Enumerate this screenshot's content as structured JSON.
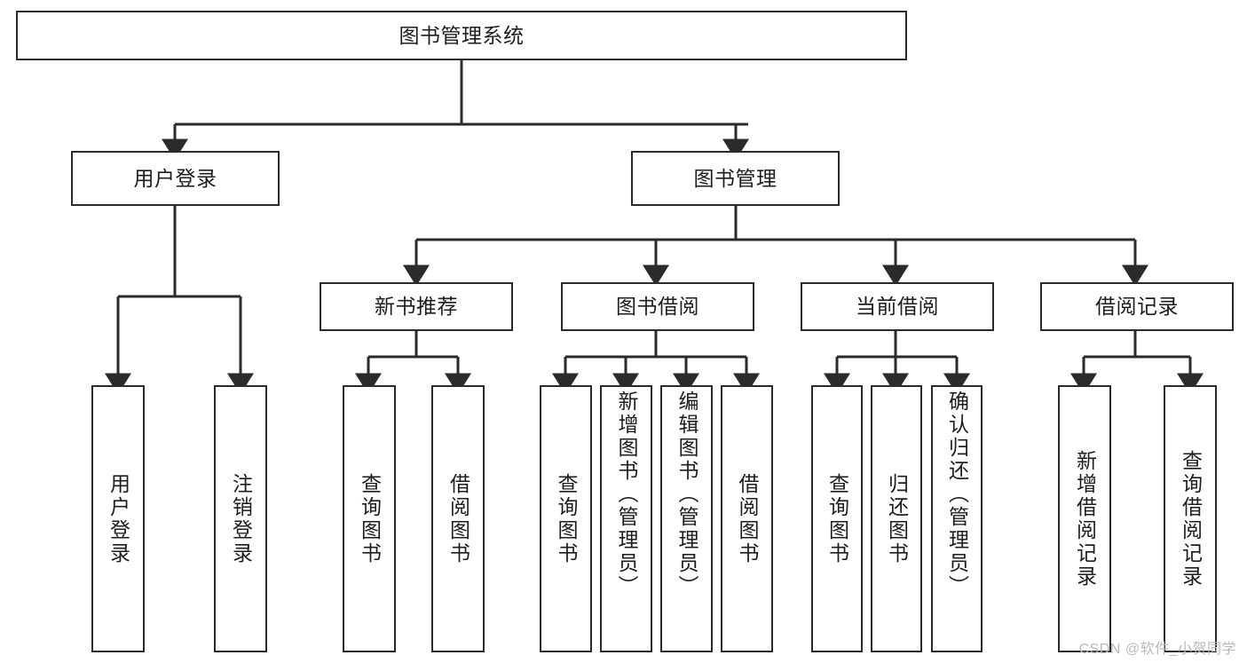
{
  "diagram": {
    "title": "图书管理系统",
    "type": "tree-hierarchy",
    "root": {
      "label": "图书管理系统"
    },
    "level1": [
      {
        "label": "用户登录"
      },
      {
        "label": "图书管理"
      }
    ],
    "level2": [
      {
        "label": "新书推荐"
      },
      {
        "label": "图书借阅"
      },
      {
        "label": "当前借阅"
      },
      {
        "label": "借阅记录"
      }
    ],
    "leaves": {
      "user_login": [
        {
          "label": "用户登录"
        },
        {
          "label": "注销登录"
        }
      ],
      "new_book_recommend": [
        {
          "label": "查询图书"
        },
        {
          "label": "借阅图书"
        }
      ],
      "book_borrow": [
        {
          "label": "查询图书"
        },
        {
          "label": "新增图书（管理员）"
        },
        {
          "label": "编辑图书（管理员）"
        },
        {
          "label": "借阅图书"
        }
      ],
      "current_borrow": [
        {
          "label": "查询图书"
        },
        {
          "label": "归还图书"
        },
        {
          "label": "确认归还（管理员）"
        }
      ],
      "borrow_record": [
        {
          "label": "新增借阅记录"
        },
        {
          "label": "查询借阅记录"
        }
      ]
    }
  },
  "watermark": {
    "text": "CSDN @软件_小贺同学"
  },
  "colors": {
    "stroke": "#2b2b2b",
    "text": "#1d1d1d",
    "background": "#ffffff",
    "watermark": "#b9b9b9"
  }
}
